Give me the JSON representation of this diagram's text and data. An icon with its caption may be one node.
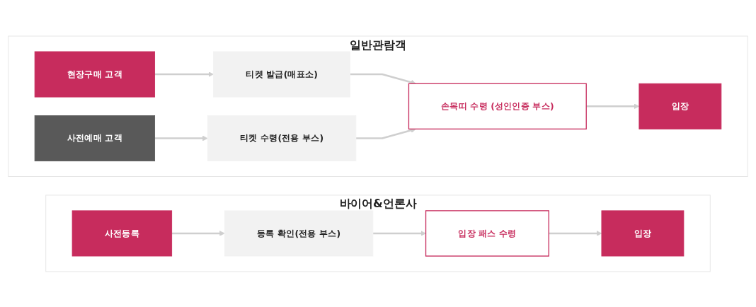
{
  "diagram": {
    "nodes": [
      {
        "text": [
          "일반관람객"
        ]
      },
      {
        "text": [
          "현장구매 고객"
        ],
        "in": 0
      },
      {
        "text": [
          "사전예매 고객"
        ],
        "in": 0
      },
      {
        "text": [
          "티켓 발급(매표소)"
        ],
        "in": 0
      },
      {
        "text": [
          "티켓 수령(전용 부스)"
        ],
        "in": 0
      },
      {
        "text": [
          "손목띠 수령 (성인인증 부스)"
        ],
        "in": 0
      },
      {
        "text": [
          "입장"
        ],
        "in": 0
      },
      {
        "text": [
          "바이어&언론사"
        ]
      },
      {
        "text": [
          "사전등록"
        ],
        "in": 7
      },
      {
        "text": [
          "등록 확인(전용 부스)"
        ],
        "in": 7
      },
      {
        "text": [
          "입장 패스 수령"
        ],
        "in": 7
      },
      {
        "text": [
          "입장"
        ],
        "in": 7
      }
    ],
    "edges": [
      {
        "from": 1,
        "to": 3,
        "arrow": "to"
      },
      {
        "from": 2,
        "to": 4,
        "arrow": "to"
      },
      {
        "from": 3,
        "to": 5,
        "arrow": "to"
      },
      {
        "from": 4,
        "to": 5,
        "arrow": "to"
      },
      {
        "from": 5,
        "to": 6,
        "arrow": "to"
      },
      {
        "from": 8,
        "to": 9,
        "arrow": "to"
      },
      {
        "from": 9,
        "to": 10,
        "arrow": "to"
      },
      {
        "from": 10,
        "to": 11,
        "arrow": "to"
      }
    ]
  }
}
